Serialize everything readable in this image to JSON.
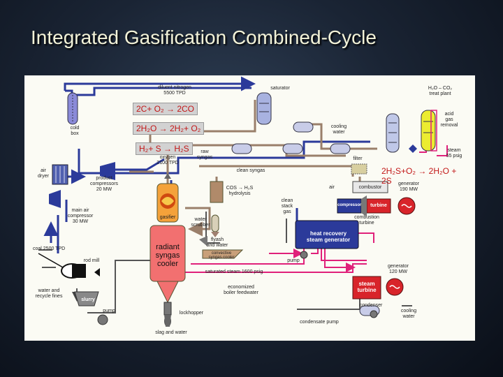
{
  "title": "Integrated Gasification Combined-Cycle",
  "equations": {
    "eq1": "2C+ O₂ → 2CO",
    "eq2": "2H₂O → 2H₂+ O₂",
    "eq3": "H₂+ S → H₂S",
    "eq4": "2H₂S+O₂ → 2H₂O + 2S"
  },
  "labels": {
    "diluent_nitrogen": "diluent nitrogen\n5500 TPD",
    "saturator": "saturator",
    "h2o_co2": "H₂O – CO₂\ntreat plant",
    "cold_box": "cold\nbox",
    "cooling_water": "cooling\nwater",
    "acid_gas_removal": "acid\ngas\nremoval",
    "steam_55": "steam\n55 psig",
    "raw_syngas": "raw\nsyngas",
    "oxygen": "oxygen\n2100 TPD",
    "filter": "filter",
    "clean_syngas": "clean syngas",
    "air_dryer": "air\ndryer",
    "product_compressors": "product\ncompressors\n20 MW",
    "cos_h2s": "COS → H₂S\nhydrolysis",
    "air": "air",
    "combustor": "combustor",
    "generator_190": "generator\n190 MW",
    "main_air_compressor": "main air\ncompressor\n30 MW",
    "clean_stack_gas": "clean\nstack\ngas",
    "compressor": "compressor",
    "turbine": "turbine",
    "combustion_turbine": "combustion\nturbine",
    "gasifier": "gasifier",
    "water_scrubber": "water\nscrubber",
    "flyash": "flyash\nand water",
    "coal": "coal 2500 TPD",
    "heat_recovery": "heat recovery\nsteam generator",
    "radiant_cooler": "radiant\nsyngas\ncooler",
    "convective_cooler": "convective\nsyngas cooler",
    "rod_mill": "rod mill",
    "pump_hrsg": "pump",
    "saturated_steam": "saturated steam 1600 psig",
    "generator_120": "generator\n120 MW",
    "water_recycle": "water and\nrecycle fines",
    "steam_turbine": "steam\nturbine",
    "economized": "economized\nboiler feedwater",
    "slurry": "slurry",
    "pump_slurry": "pump",
    "condenser": "condenser",
    "cooling_water_2": "cooling\nwater",
    "lockhopper": "lockhopper",
    "condensate_pump": "condensate pump",
    "slag": "slag and water"
  }
}
